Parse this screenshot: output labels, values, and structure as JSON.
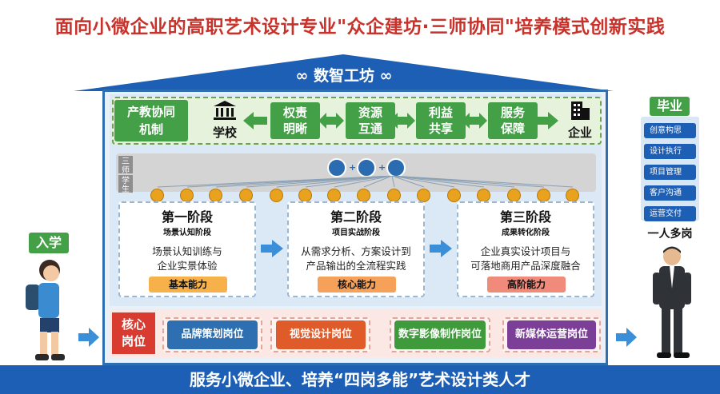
{
  "title": "面向小微企业的高职艺术设计专业\"众企建坊·三师协同\"培养模式创新实践",
  "roof_label": "∞ 数智工坊 ∞",
  "row1": {
    "tag": [
      "产教协同",
      "机制"
    ],
    "school": "学校",
    "cells": [
      [
        "权责",
        "明晰"
      ],
      [
        "资源",
        "互通"
      ],
      [
        "利益",
        "共享"
      ],
      [
        "服务",
        "保障"
      ]
    ],
    "enterprise": "企业"
  },
  "band": {
    "teacher_tag": "三师",
    "student_tag": "学生"
  },
  "stages": [
    {
      "title": "第一阶段",
      "sub": "场景认知阶段",
      "desc": [
        "场景认知训练与",
        "企业实景体验"
      ],
      "ability": "基本能力",
      "color": "#f6b14a"
    },
    {
      "title": "第二阶段",
      "sub": "项目实战阶段",
      "desc": [
        "从需求分析、方案设计到",
        "产品输出的全流程实践"
      ],
      "ability": "核心能力",
      "color": "#f5a15a"
    },
    {
      "title": "第三阶段",
      "sub": "成果转化阶段",
      "desc": [
        "企业真实设计项目与",
        "可落地商用产品深度融合"
      ],
      "ability": "高阶能力",
      "color": "#f08a7a"
    }
  ],
  "core": {
    "tag": [
      "核心",
      "岗位"
    ],
    "posts": [
      {
        "label": "品牌策划岗位",
        "color": "#2d6fb1"
      },
      {
        "label": "视觉设计岗位",
        "color": "#e05b2a"
      },
      {
        "label": "数字影像制作岗位",
        "color": "#3f9a3c"
      },
      {
        "label": "新媒体运营岗位",
        "color": "#7b3f98"
      }
    ]
  },
  "entry_label": "入学",
  "graduate": {
    "label": "毕业",
    "skills": [
      "创意构思",
      "设计执行",
      "项目管理",
      "客户沟通",
      "运营交付"
    ],
    "summary": "一人多岗"
  },
  "bottom_banner": "服务小微企业、培养“四岗多能”艺术设计类人才"
}
